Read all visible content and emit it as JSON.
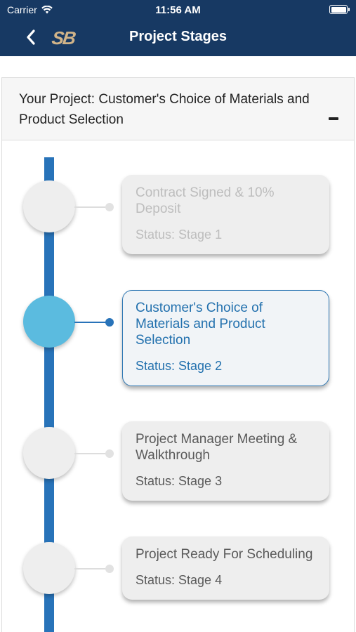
{
  "status_bar": {
    "carrier": "Carrier",
    "time": "11:56 AM"
  },
  "nav": {
    "logo": "SB",
    "title": "Project Stages"
  },
  "project": {
    "header": "Your Project: Customer's Choice of Materials and Product Selection"
  },
  "stages": [
    {
      "name": "Contract Signed & 10% Deposit",
      "status": "Status: Stage 1",
      "state": "completed"
    },
    {
      "name": "Customer's Choice of Materials and Product Selection",
      "status": "Status: Stage 2",
      "state": "active"
    },
    {
      "name": "Project Manager Meeting & Walkthrough",
      "status": "Status: Stage 3",
      "state": "upcoming"
    },
    {
      "name": "Project Ready For Scheduling",
      "status": "Status: Stage 4",
      "state": "upcoming"
    }
  ],
  "colors": {
    "nav_background": "#173963",
    "timeline": "#2873b9",
    "active_node": "#5bbbdf",
    "active_text": "#2371ae",
    "logo": "#d1b489"
  }
}
